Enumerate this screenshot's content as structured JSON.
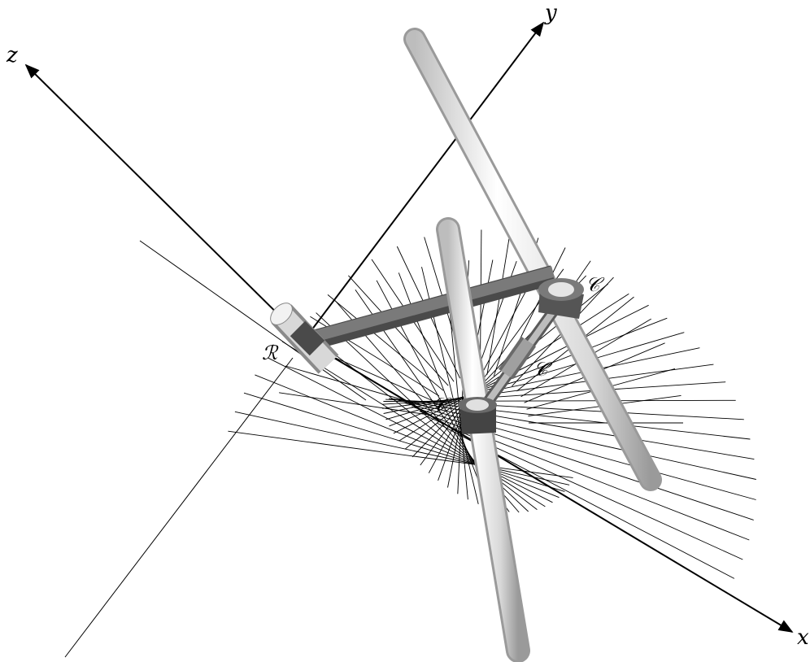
{
  "diagram": {
    "axes": {
      "x": "x",
      "y": "y",
      "z": "z"
    },
    "joints": {
      "revolute": "ℛ",
      "cylindrical_top": "𝒞",
      "cylindrical_middle": "𝒞",
      "cylindrical_bottom": "𝒞"
    },
    "colors": {
      "line": "#000000",
      "link_dark": "#6b6b6b",
      "rod_light": "#e6e6e6",
      "collar": "#555555"
    }
  }
}
